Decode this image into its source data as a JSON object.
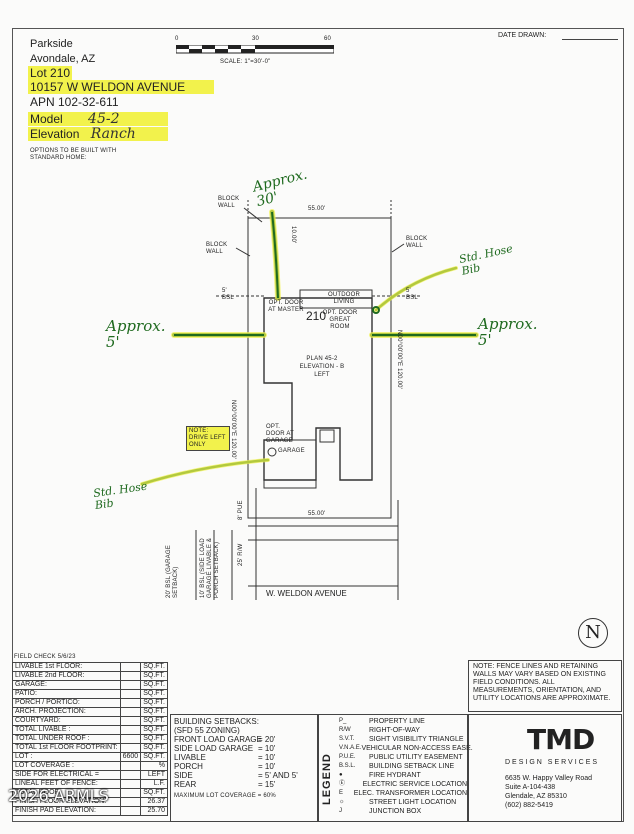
{
  "header": {
    "community": "Parkside",
    "city": "Avondale, AZ",
    "lot": "Lot 210",
    "address": "10157 W WELDON AVENUE",
    "apn": "APN 102-32-611",
    "model_label": "Model",
    "model_value": "45-2",
    "elevation_label": "Elevation",
    "elevation_value": "Ranch",
    "options_note": "OPTIONS TO BE BUILT WITH STANDARD HOME:",
    "date_drawn": "DATE DRAWN:"
  },
  "scale": {
    "ticks": [
      "0",
      "30",
      "60"
    ],
    "label": "SCALE: 1\"=30'-0\""
  },
  "plan": {
    "block_wall_top": "BLOCK WALL",
    "block_wall_left": "BLOCK WALL",
    "block_wall_right": "BLOCK WALL",
    "top_dim": "55.00'",
    "bottom_dim": "55.00'",
    "left_dim": "N00°00'00\"E 120.00'",
    "right_dim": "N00°00'00\"E 120.00'",
    "top_small_dim": "10.00'",
    "bsl_left": "5' BSL",
    "bsl_right": "5' BSL",
    "opt_door_master": "OPT. DOOR AT MASTER",
    "outdoor_living": "OUTDOOR LIVING",
    "opt_door_great_room": "OPT. DOOR GREAT ROOM",
    "lot_number": "210",
    "plan_name": "PLAN 45-2",
    "plan_elev": "ELEVATION - B",
    "plan_side": "LEFT",
    "opt_door_garage": "OPT. DOOR AT GARAGE",
    "garage": "GARAGE",
    "pue": "8' PUE",
    "row": "25' R/W",
    "side_load": "10' BSL (SIDE LOAD GARAGE LIVABLE & PORCH SETBACK)",
    "garage_setback": "20' BSL (GARAGE SETBACK)",
    "street": "W. WELDON AVENUE",
    "note_drive": "NOTE: DRIVE LEFT ONLY"
  },
  "annotations": {
    "approx_top": "Approx. 30'",
    "approx_left": "Approx. 5'",
    "approx_right": "Approx. 5'",
    "hose_top": "Std. Hose Bib",
    "hose_bottom": "Std. Hose Bib"
  },
  "field_check": "FIELD CHECK 5/6/23",
  "area_table": [
    {
      "label": "LIVABLE 1st FLOOR:",
      "unit": "SQ.FT."
    },
    {
      "label": "LIVABLE 2nd FLOOR:",
      "unit": "SQ.FT."
    },
    {
      "label": "GARAGE:",
      "unit": "SQ.FT."
    },
    {
      "label": "PATIO:",
      "unit": "SQ.FT."
    },
    {
      "label": "PORCH / PORTICO:",
      "unit": "SQ.FT."
    },
    {
      "label": "ARCH. PROJECTION:",
      "unit": "SQ.FT."
    },
    {
      "label": "COURTYARD:",
      "unit": "SQ.FT."
    },
    {
      "label": "TOTAL LIVABLE :",
      "unit": "SQ.FT."
    },
    {
      "label": "TOTAL UNDER ROOF :",
      "unit": "SQ.FT."
    },
    {
      "label": "TOTAL 1st FLOOR FOOTPRINT:",
      "unit": "SQ.FT."
    },
    {
      "label": "LOT :",
      "value": "6600",
      "unit": "SQ.FT."
    },
    {
      "label": "LOT COVERAGE :",
      "unit": "%"
    },
    {
      "label": "SIDE FOR ELECTRICAL =",
      "unit": "LEFT"
    },
    {
      "label": "LINEAL FEET OF FENCE:",
      "unit": "L.F."
    },
    {
      "label": "TOTAL ROOF",
      "unit": "SQ.FT."
    },
    {
      "label": "FINISH FLOOR ELEVATION:",
      "unit": "26.37"
    },
    {
      "label": "FINISH PAD ELEVATION:",
      "unit": "25.70"
    }
  ],
  "setbacks": {
    "title": "BUILDING SETBACKS:",
    "subtitle": "(SFD 55 ZONING)",
    "rows": [
      {
        "label": "FRONT LOAD GARAGE",
        "value": "= 20'"
      },
      {
        "label": "SIDE LOAD GARAGE",
        "value": "= 10'"
      },
      {
        "label": "LIVABLE",
        "value": "= 10'"
      },
      {
        "label": "PORCH",
        "value": "= 10'"
      },
      {
        "label": "SIDE",
        "value": "= 5' AND 5'"
      },
      {
        "label": "REAR",
        "value": "= 15'"
      }
    ],
    "max_coverage": "MAXIMUM LOT COVERAGE = 60%"
  },
  "legend": {
    "title": "LEGEND",
    "items": [
      {
        "sym": "P_",
        "text": "PROPERTY LINE"
      },
      {
        "sym": "R/W",
        "text": "RIGHT-OF-WAY"
      },
      {
        "sym": "S.V.T.",
        "text": "SIGHT VISIBILITY TRIANGLE"
      },
      {
        "sym": "V.N.A.E.",
        "text": "VEHICULAR NON-ACCESS EASE."
      },
      {
        "sym": "P.U.E.",
        "text": "PUBLIC UTILITY EASEMENT"
      },
      {
        "sym": "B.S.L.",
        "text": "BUILDING SETBACK LINE"
      },
      {
        "sym": "●",
        "text": "FIRE HYDRANT"
      },
      {
        "sym": "Ⓔ",
        "text": "ELECTRIC SERVICE LOCATION"
      },
      {
        "sym": "E",
        "text": "ELEC. TRANSFORMER LOCATION"
      },
      {
        "sym": "☼",
        "text": "STREET LIGHT LOCATION"
      },
      {
        "sym": "J",
        "text": "JUNCTION BOX"
      }
    ]
  },
  "note_box": "NOTE: FENCE LINES AND RETAINING WALLS MAY VARY BASED ON EXISTING FIELD CONDITIONS. ALL MEASUREMENTS, ORIENTATION, AND UTILITY LOCATIONS ARE APPROXIMATE.",
  "company": {
    "logo": "TMD",
    "tagline": "DESIGN SERVICES",
    "address1": "6635 W. Happy Valley Road",
    "address2": "Suite A-104-438",
    "address3": "Glendale, AZ 85310",
    "phone": "(602) 882-5419"
  },
  "north": "N",
  "watermark": "2026 ARMLS",
  "colors": {
    "highlight": "#f2f24c",
    "marker_green": "#1f6a1f"
  }
}
